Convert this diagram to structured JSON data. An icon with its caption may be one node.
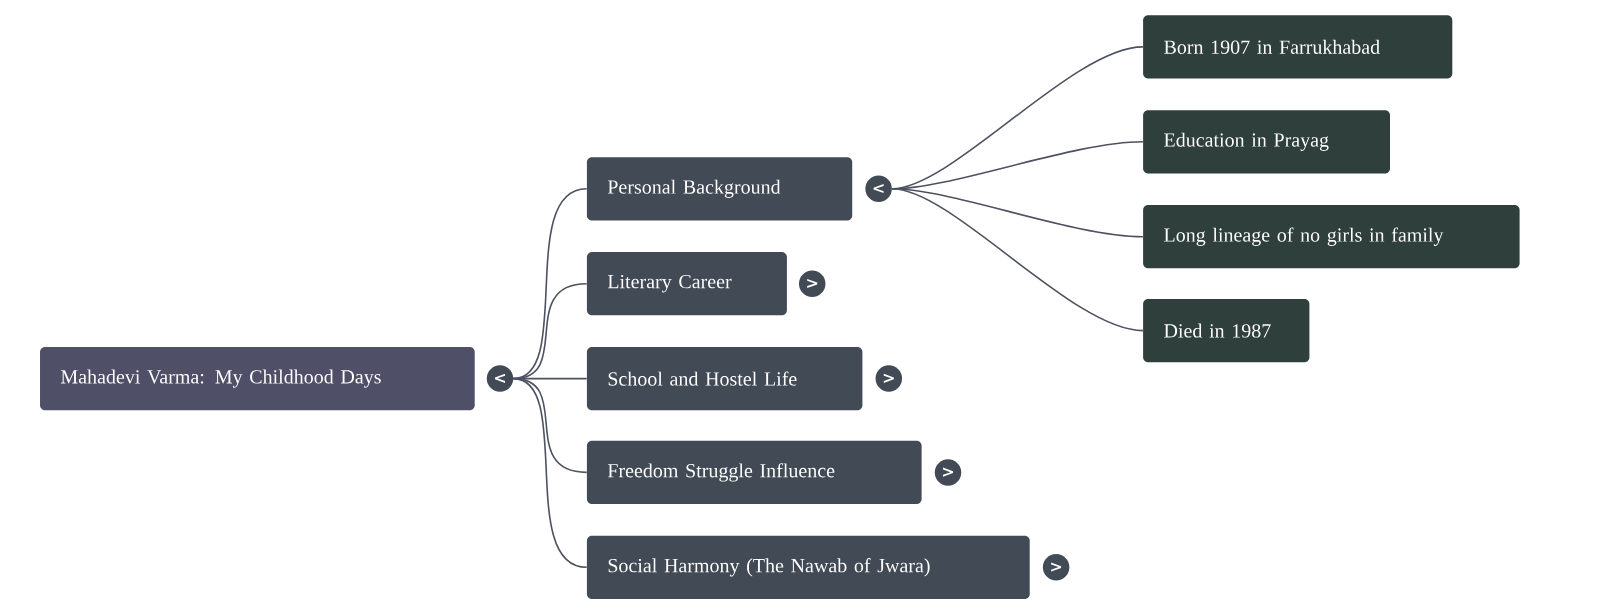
{
  "diagram": {
    "nodes": [
      {
        "text": [
          "Mahadevi Varma: My Childhood Days"
        ]
      },
      {
        "text": [
          "<"
        ]
      },
      {
        "text": [
          "Personal Background"
        ]
      },
      {
        "text": [
          "<"
        ]
      },
      {
        "text": [
          "Born 1907 in Farrukhabad"
        ]
      },
      {
        "text": [
          "Education in Prayag"
        ]
      },
      {
        "text": [
          "Long lineage of no girls in family"
        ]
      },
      {
        "text": [
          "Died in 1987"
        ]
      },
      {
        "text": [
          "Literary Career"
        ]
      },
      {
        "text": [
          ">"
        ]
      },
      {
        "text": [
          "School and Hostel Life"
        ]
      },
      {
        "text": [
          ">"
        ]
      },
      {
        "text": [
          "Freedom Struggle Influence"
        ]
      },
      {
        "text": [
          ">"
        ]
      },
      {
        "text": [
          "Social Harmony (The Nawab of Jwara)"
        ]
      },
      {
        "text": [
          ">"
        ]
      }
    ],
    "edges": [
      {
        "from": 1,
        "to": 2,
        "arrow": "none"
      },
      {
        "from": 1,
        "to": 8,
        "arrow": "none"
      },
      {
        "from": 1,
        "to": 10,
        "arrow": "none"
      },
      {
        "from": 1,
        "to": 12,
        "arrow": "none"
      },
      {
        "from": 1,
        "to": 14,
        "arrow": "none"
      },
      {
        "from": 3,
        "to": 4,
        "arrow": "none"
      },
      {
        "from": 3,
        "to": 5,
        "arrow": "none"
      },
      {
        "from": 3,
        "to": 6,
        "arrow": "none"
      },
      {
        "from": 3,
        "to": 7,
        "arrow": "none"
      }
    ]
  }
}
